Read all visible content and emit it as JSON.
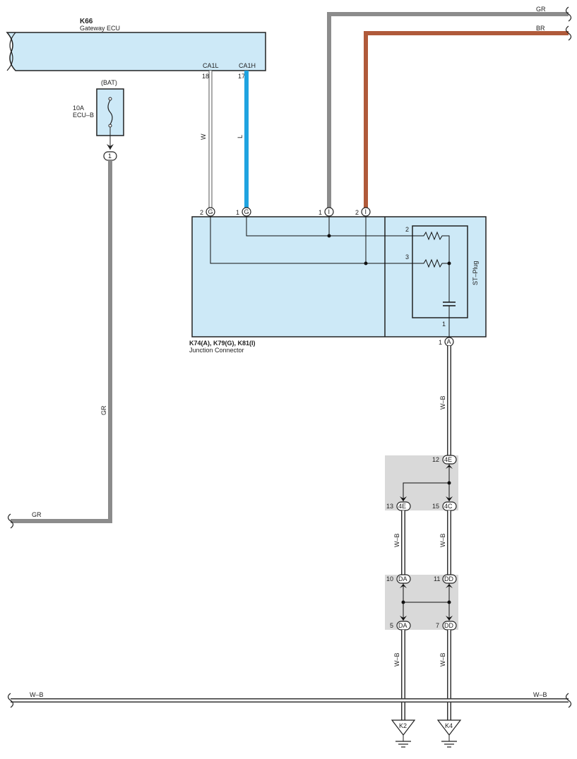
{
  "colors": {
    "gray_wire": "#8c8c8c",
    "brown_wire": "#b05a3a",
    "blue_wire": "#1fa3e0",
    "white_wire": "#ffffff",
    "component_fill": "#cde9f7",
    "splice_fill": "#d9d9d9"
  },
  "ecu": {
    "code": "K66",
    "name": "Gateway ECU",
    "pin_ca1l_label": "CA1L",
    "pin_ca1l_num": "18",
    "pin_ca1h_label": "CA1H",
    "pin_ca1h_num": "17"
  },
  "fuse": {
    "source": "(BAT)",
    "rating": "10A",
    "name": "ECU–B",
    "connector_pin": "1"
  },
  "wires": {
    "top_gr": "GR",
    "top_br": "BR",
    "w": "W",
    "l": "L",
    "gr_left": "GR",
    "gr_bottom": "GR",
    "wb_1": "W–B",
    "wb_2": "W–B",
    "wb_3": "W–B",
    "wb_4": "W–B",
    "wb_5": "W–B",
    "wb_bus_left": "W–B",
    "wb_bus_right": "W–B"
  },
  "junction": {
    "codes": "K74(A), K79(G), K81(I)",
    "name": "Junction Connector",
    "pins": [
      {
        "num": "2",
        "conn": "G"
      },
      {
        "num": "1",
        "conn": "G"
      },
      {
        "num": "1",
        "conn": "I"
      },
      {
        "num": "2",
        "conn": "I"
      }
    ],
    "st_plug": "ST–Plug",
    "st_pin_2": "2",
    "st_pin_3": "3",
    "st_pin_1": "1",
    "out_pin": "1",
    "out_conn": "A"
  },
  "splice1": {
    "top": {
      "num": "12",
      "conn": "4E"
    },
    "left": {
      "num": "13",
      "conn": "4E"
    },
    "right": {
      "num": "15",
      "conn": "4C"
    }
  },
  "splice2": {
    "top_left": {
      "num": "10",
      "conn": "DA"
    },
    "top_right": {
      "num": "11",
      "conn": "DD"
    },
    "bot_left": {
      "num": "5",
      "conn": "DA"
    },
    "bot_right": {
      "num": "7",
      "conn": "DD"
    }
  },
  "grounds": {
    "left": "K2",
    "right": "K4"
  }
}
